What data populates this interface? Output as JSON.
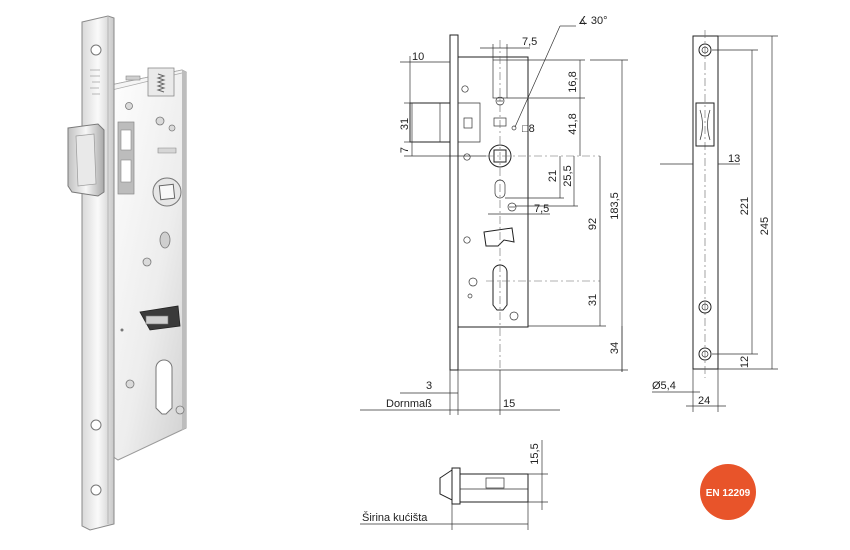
{
  "dimensions": {
    "d_10": "10",
    "d_7_5_top": "7,5",
    "d_30deg": "∡ 30°",
    "d_16_8": "16,8",
    "d_31_latch": "31",
    "d_sq8": "□8",
    "d_41_8": "41,8",
    "d_7": "7",
    "d_21": "21",
    "d_25_5": "25,5",
    "d_7_5_mid": "7,5",
    "d_183_5": "183,5",
    "d_92": "92",
    "d_31_cyl": "31",
    "d_34": "34",
    "d_3": "3",
    "d_15": "15",
    "d_13": "13",
    "d_221": "221",
    "d_245": "245",
    "d_12": "12",
    "d_dia": "Ø5,4",
    "d_24": "24",
    "d_15_5": "15,5"
  },
  "labels": {
    "dornmass": "Dornmaß",
    "sirina": "Širina kućišta"
  },
  "badge": {
    "text": "EN 12209",
    "color": "#e8542a"
  },
  "colors": {
    "metal_light": "#f2f2f2",
    "metal_mid": "#cfcfcf",
    "metal_dark": "#8e8e8e",
    "line": "#222222"
  }
}
